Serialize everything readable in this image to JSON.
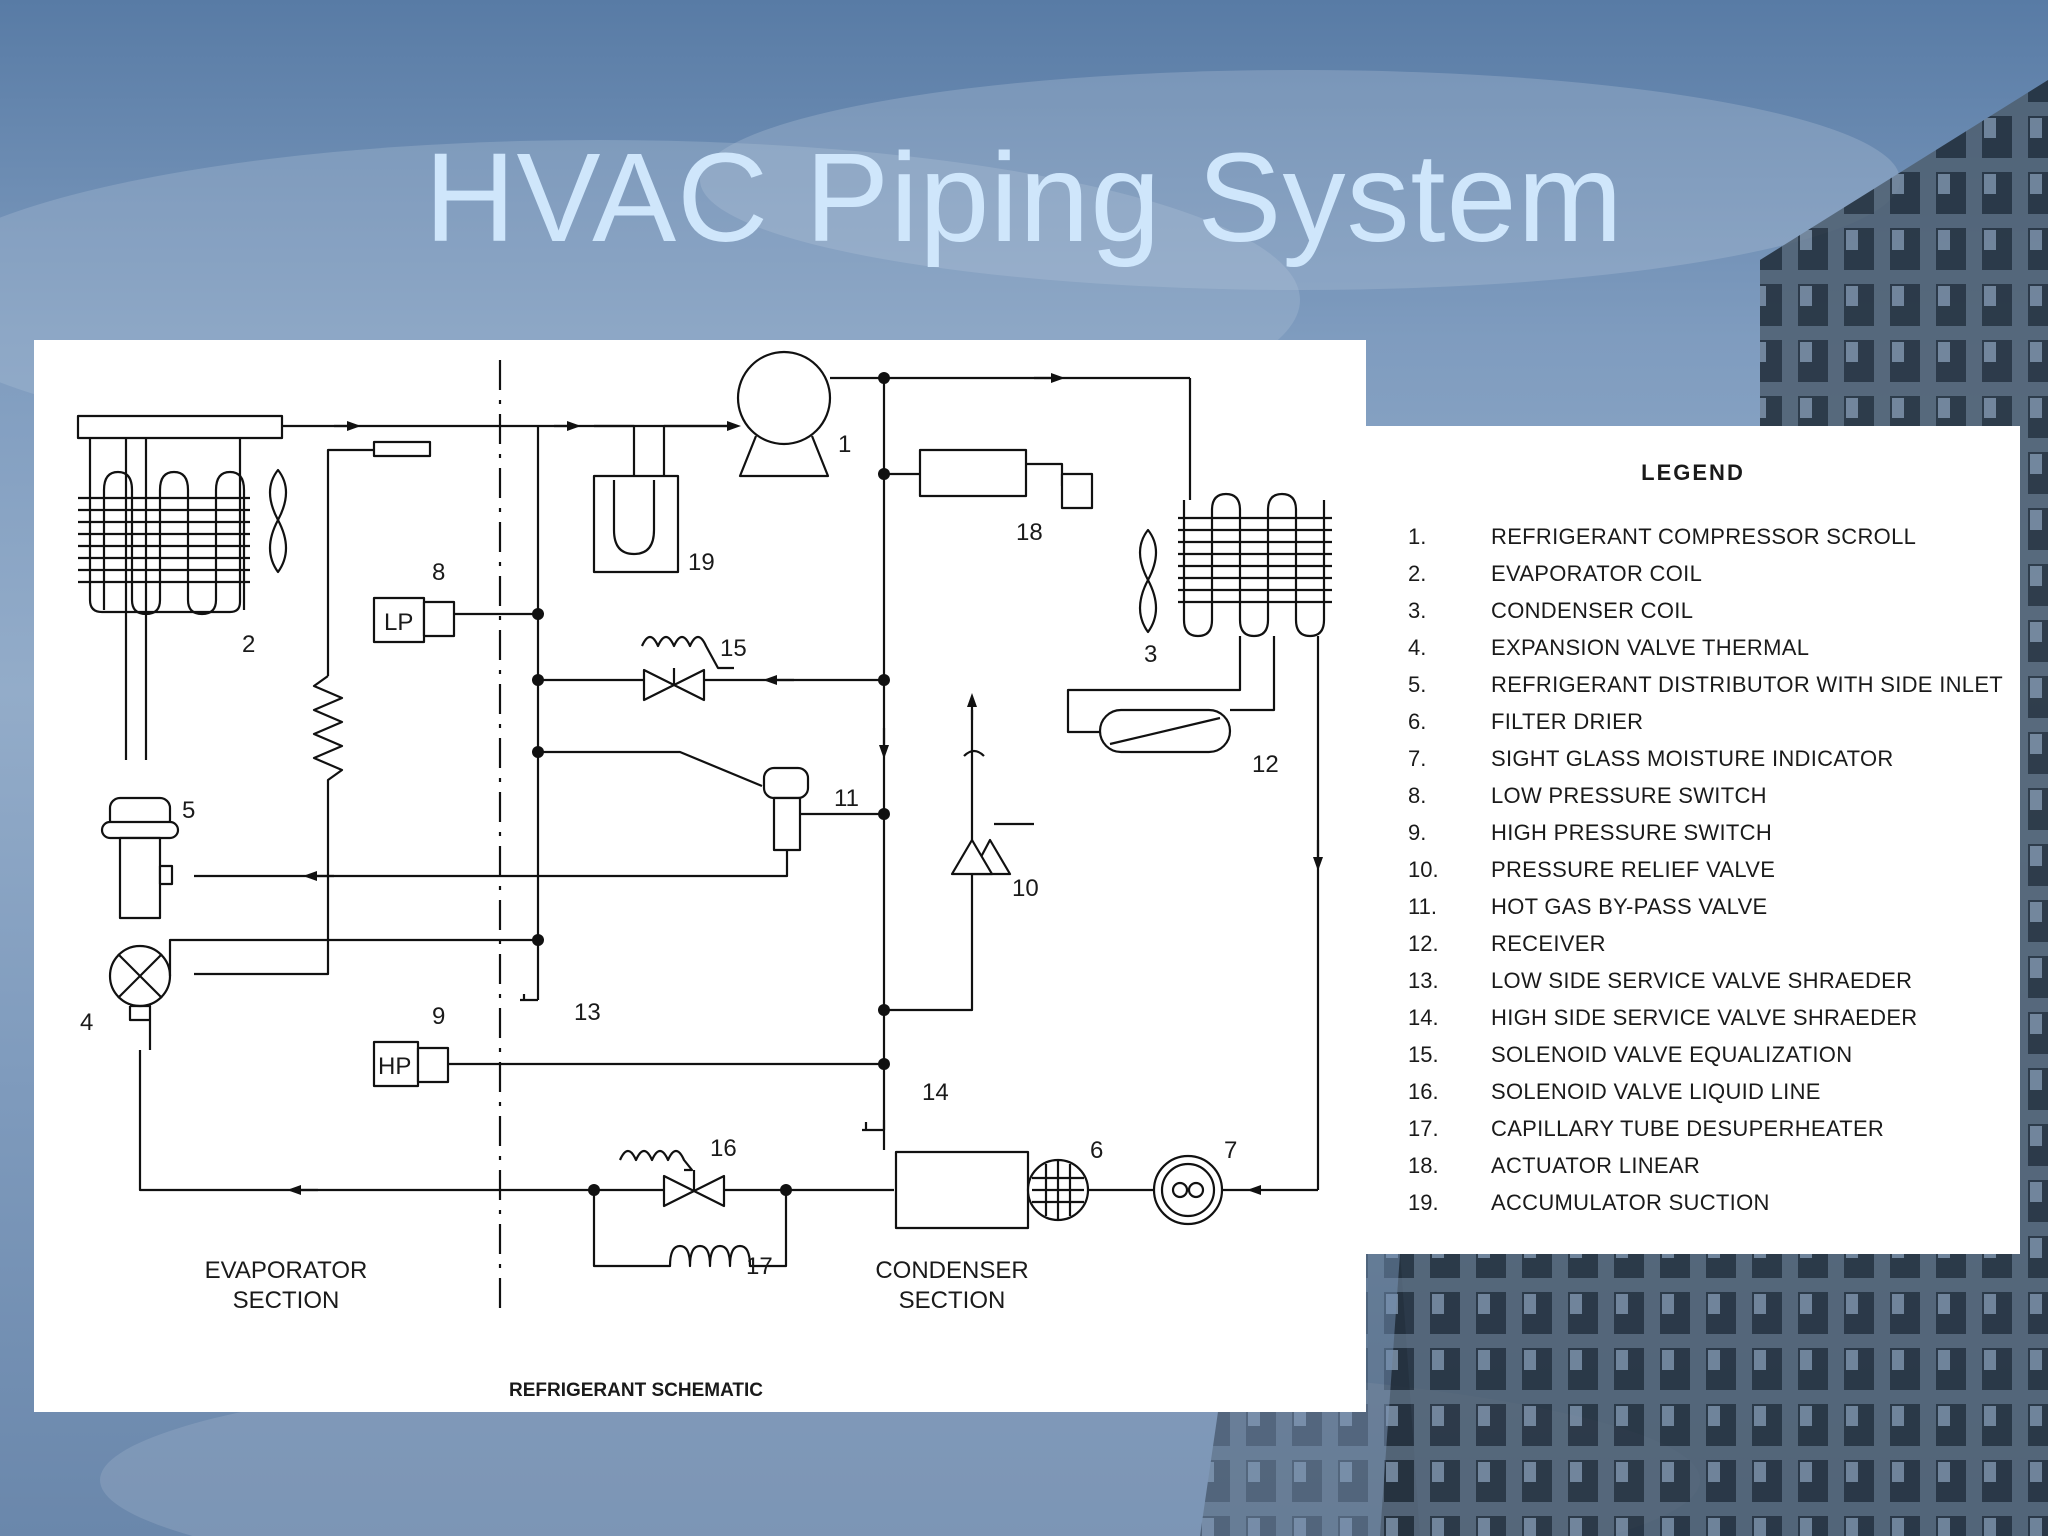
{
  "title": "HVAC Piping System",
  "schematic": {
    "caption": "REFRIGERANT SCHEMATIC",
    "evaporator_label": [
      "EVAPORATOR",
      "SECTION"
    ],
    "condenser_label": [
      "CONDENSER",
      "SECTION"
    ],
    "lp_label": "LP",
    "hp_label": "HP",
    "component_numbers": [
      "1",
      "2",
      "3",
      "4",
      "5",
      "6",
      "7",
      "8",
      "9",
      "10",
      "11",
      "12",
      "13",
      "14",
      "15",
      "16",
      "17",
      "18",
      "19"
    ]
  },
  "legend": {
    "title": "LEGEND",
    "items": [
      {
        "num": "1.",
        "text": "REFRIGERANT COMPRESSOR  SCROLL"
      },
      {
        "num": "2.",
        "text": "EVAPORATOR COIL"
      },
      {
        "num": "3.",
        "text": "CONDENSER COIL"
      },
      {
        "num": "4.",
        "text": "EXPANSION VALVE  THERMAL"
      },
      {
        "num": "5.",
        "text": "REFRIGERANT DISTRIBUTOR  WITH SIDE INLET"
      },
      {
        "num": "6.",
        "text": "FILTER  DRIER"
      },
      {
        "num": "7.",
        "text": "SIGHT GLASS  MOISTURE INDICATOR"
      },
      {
        "num": "8.",
        "text": "LOW PRESSURE SWITCH"
      },
      {
        "num": "9.",
        "text": "HIGH PRESSURE SWITCH"
      },
      {
        "num": "10.",
        "text": "PRESSURE RELIEF VALVE"
      },
      {
        "num": "11.",
        "text": "HOT GAS BY-PASS VALVE"
      },
      {
        "num": "12.",
        "text": "RECEIVER"
      },
      {
        "num": "13.",
        "text": "LOW SIDE SERVICE VALVE  SHRAEDER"
      },
      {
        "num": "14.",
        "text": "HIGH SIDE SERVICE VALVE  SHRAEDER"
      },
      {
        "num": "15.",
        "text": "SOLENOID VALVE  EQUALIZATION"
      },
      {
        "num": "16.",
        "text": "SOLENOID VALVE  LIQUID LINE"
      },
      {
        "num": "17.",
        "text": "CAPILLARY TUBE  DESUPERHEATER"
      },
      {
        "num": "18.",
        "text": "ACTUATOR  LINEAR"
      },
      {
        "num": "19.",
        "text": "ACCUMULATOR  SUCTION"
      }
    ]
  }
}
